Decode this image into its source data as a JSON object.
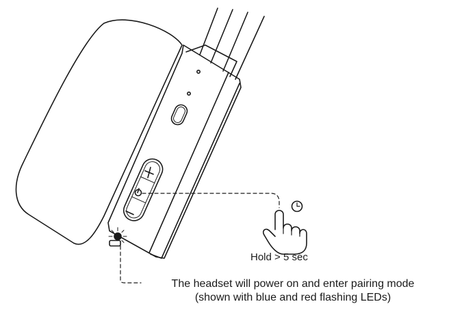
{
  "hold_instruction": {
    "prefix": "Hold",
    "operator": ">",
    "duration": "5 sec"
  },
  "result_caption": {
    "line1": "The headset will power on and enter pairing mode",
    "line2": "(shown with blue and red flashing LEDs)"
  },
  "icons": [
    "headset-earcup",
    "volume-up-button",
    "power-button",
    "volume-down-button",
    "led-indicator",
    "hand-press-icon",
    "clock-icon"
  ]
}
